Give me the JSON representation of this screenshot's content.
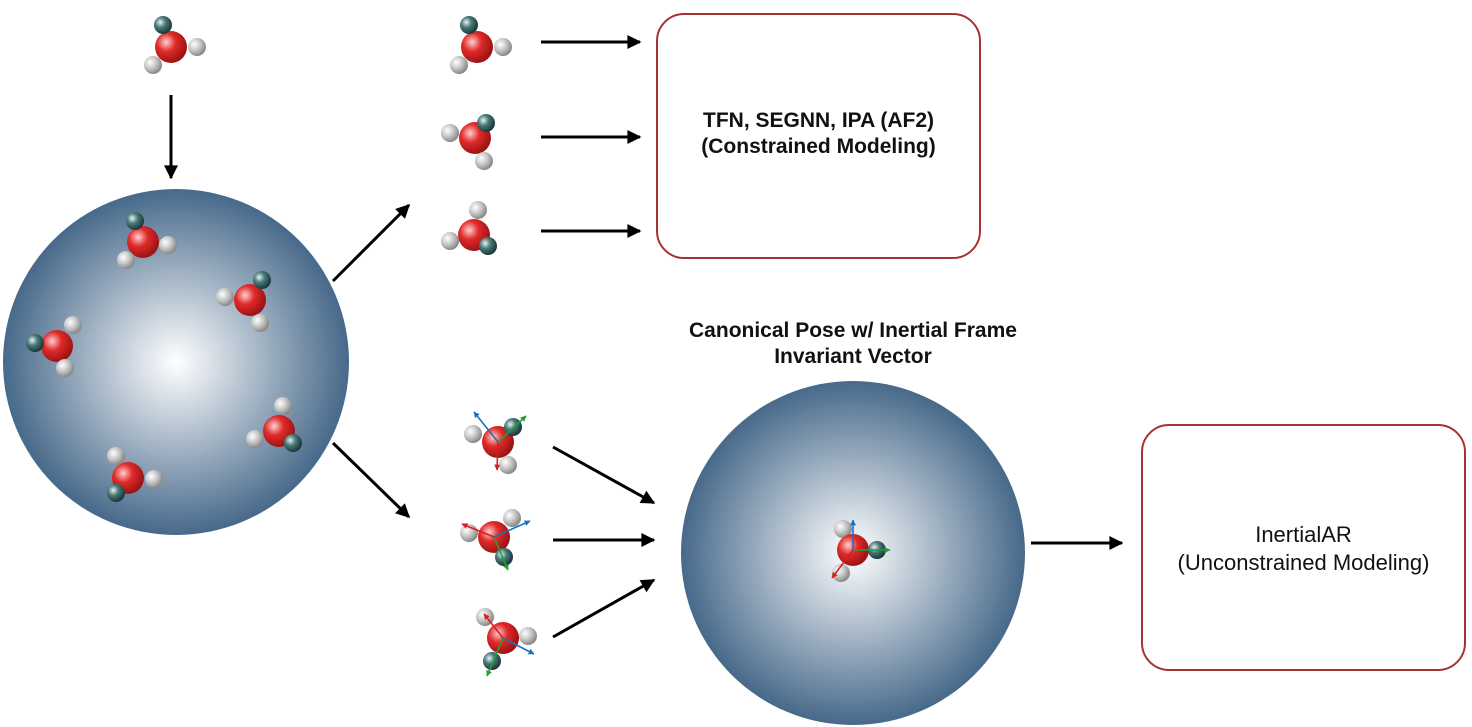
{
  "top_box": {
    "line1": "TFN, SEGNN, IPA (AF2)",
    "line2": "(Constrained Modeling)"
  },
  "canonical_title": {
    "line1": "Canonical Pose w/ Inertial Frame",
    "line2": "Invariant Vector"
  },
  "bottom_box": {
    "line1": "InertialAR",
    "line2": "(Unconstrained Modeling)"
  },
  "colors": {
    "box_border": "#a83232",
    "sphere_edge": "#47698a",
    "oxygen": "#d92424",
    "hydrogen": "#c8c8c8",
    "hydrogen_tagged": "#3d6b6b",
    "axis_red": "#d62020",
    "axis_green": "#22a033",
    "axis_blue": "#1f6fbf"
  }
}
